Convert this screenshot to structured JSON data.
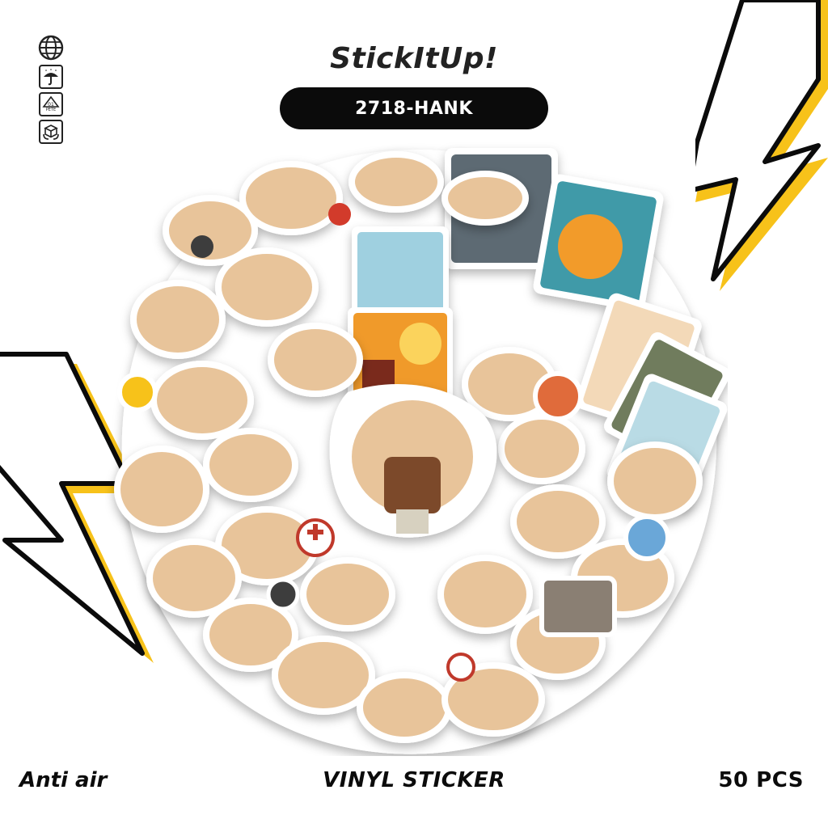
{
  "header": {
    "brand": "StickItUp!",
    "product_code": "2718-HANK"
  },
  "icons": [
    "globe-icon",
    "umbrella-icon",
    "recycle-pete-icon",
    "fragile-box-icon"
  ],
  "recycle_label": "01",
  "recycle_sub": "PETE",
  "footer": {
    "left": "Anti air",
    "center": "VINYL STICKER",
    "right": "50 PCS"
  },
  "colors": {
    "accent_yellow": "#f7c21a",
    "ink": "#0b0b0b",
    "sticker_tan": "#e8c49a"
  }
}
